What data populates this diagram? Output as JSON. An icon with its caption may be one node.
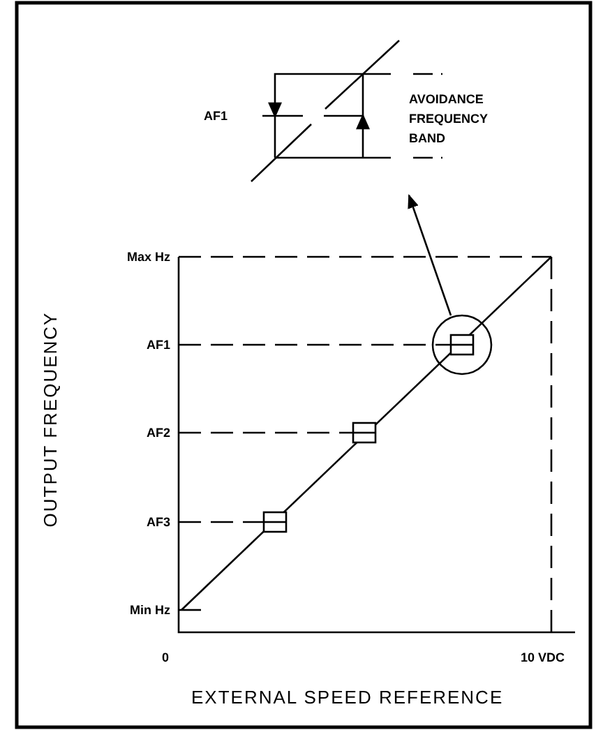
{
  "diagram": {
    "nodes": [
      {
        "text": [],
        "shape": "picture"
      },
      {
        "text": [],
        "shape": "circle"
      }
    ],
    "edges": [
      {
        "from": 1,
        "to": 0,
        "arrow": "to"
      }
    ],
    "labels": [
      "AF1",
      "AVOIDANCE FREQUENCY BAND",
      "Max Hz",
      "AF1",
      "AF2",
      "AF3",
      "Min Hz",
      "OUTPUT FREQUENCY",
      "0",
      "10 VDC",
      "EXTERNAL SPEED REFERENCE"
    ]
  }
}
